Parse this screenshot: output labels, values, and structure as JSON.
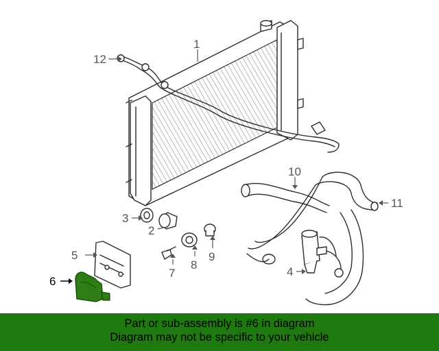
{
  "callouts": {
    "c1": "1",
    "c2": "2",
    "c3": "3",
    "c4": "4",
    "c5": "5",
    "c6": "6",
    "c7": "7",
    "c8": "8",
    "c9": "9",
    "c10": "10",
    "c11": "11",
    "c12": "12"
  },
  "highlighted_part": "6",
  "colors": {
    "highlight": "#2f7d15",
    "banner": "#1e7a0e"
  },
  "banner": {
    "line1": "Part or sub-assembly is #6 in diagram",
    "line2": "Diagram may not be specific to your vehicle"
  }
}
